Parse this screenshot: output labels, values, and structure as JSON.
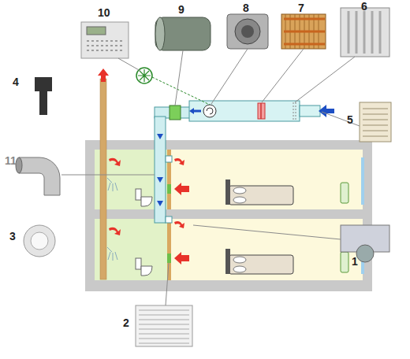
{
  "diagram": {
    "labels": [
      "10",
      "9",
      "8",
      "7",
      "6",
      "4",
      "5",
      "11",
      "3",
      "1",
      "2"
    ]
  }
}
